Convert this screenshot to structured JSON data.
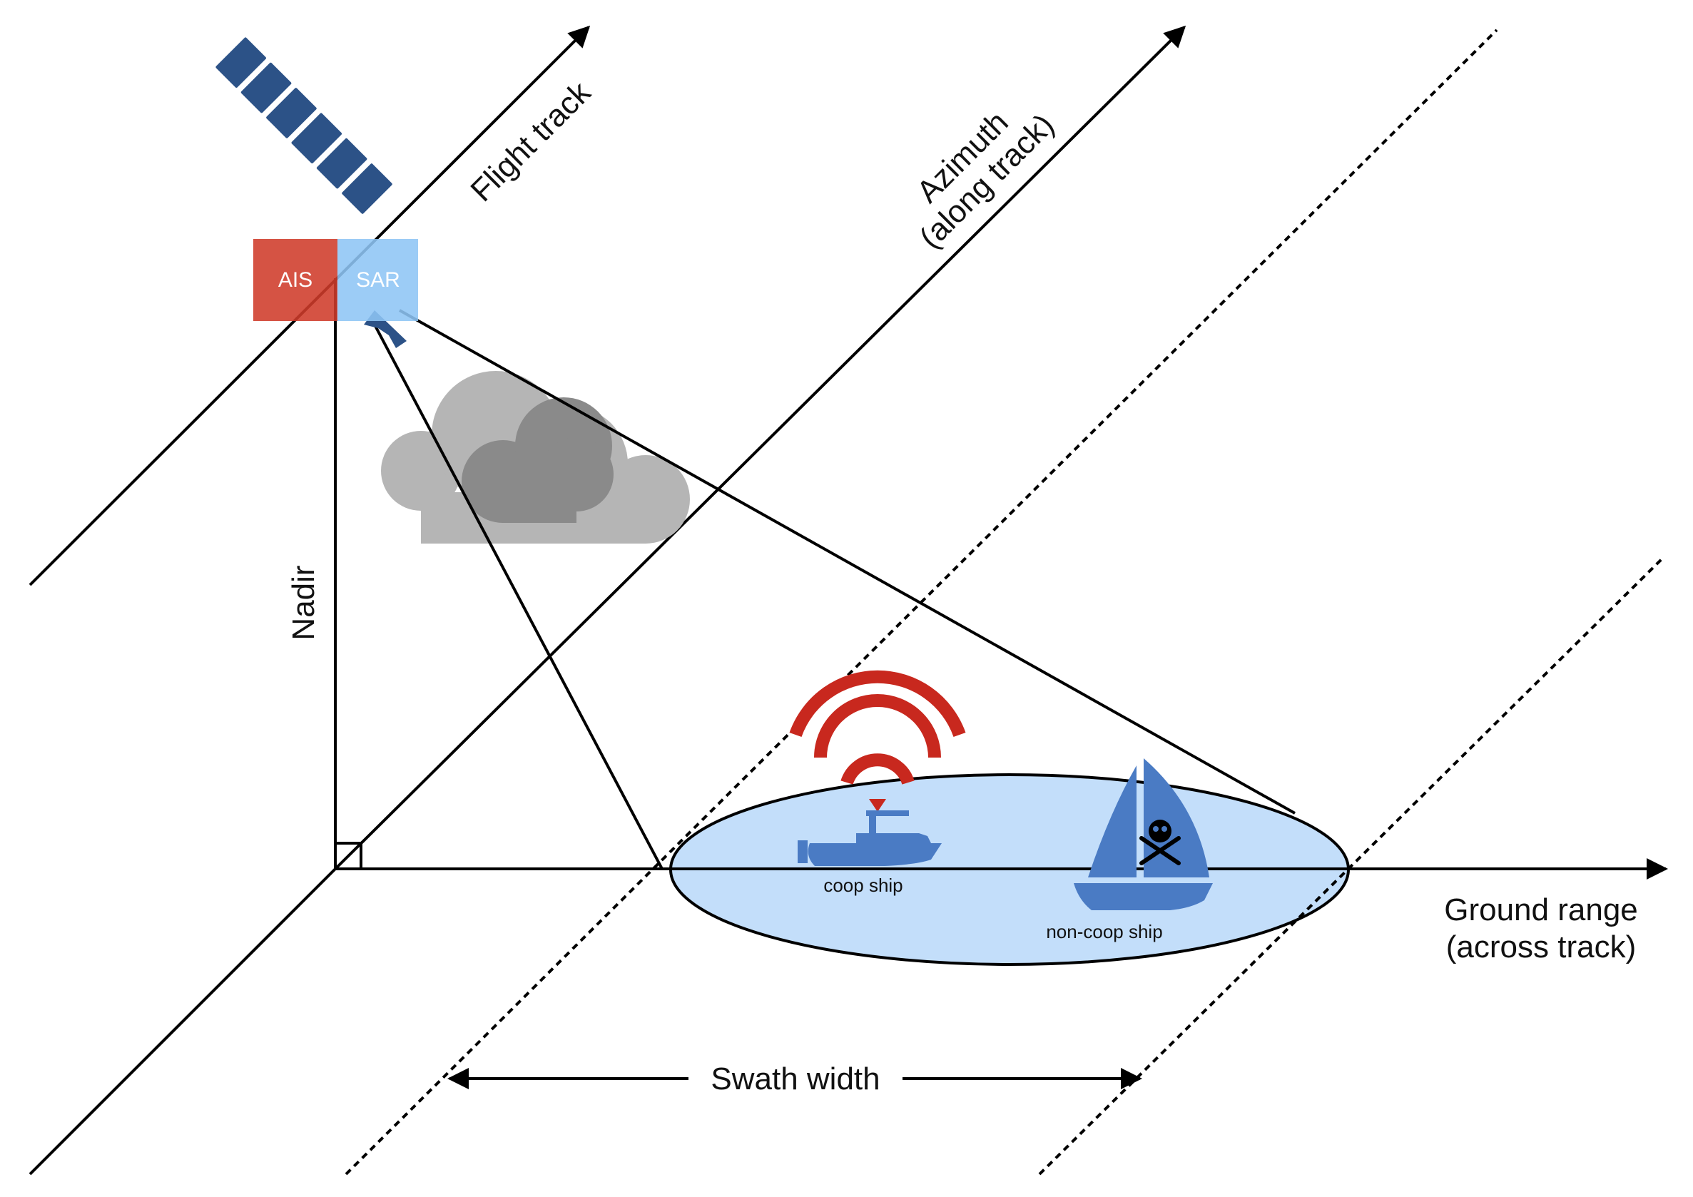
{
  "labels": {
    "flight_track": "Flight track",
    "azimuth_line1": "Azimuth",
    "azimuth_line2": "(along track)",
    "nadir": "Nadir",
    "ground_range_line1": "Ground range",
    "ground_range_line2": "(across track)",
    "swath_width": "Swath width",
    "coop_ship": "coop ship",
    "non_coop_ship": "non-coop ship",
    "ais": "AIS",
    "sar": "SAR"
  },
  "colors": {
    "ais_box": "#cf3b2a",
    "sar_box": "#8ec5f5",
    "satellite": "#2c5287",
    "ship": "#4a7bc4",
    "signal": "#c8281e",
    "swath_fill": "#c3defa",
    "cloud_light": "#b5b5b5",
    "cloud_dark": "#8a8a8a"
  },
  "icons": {
    "satellite": "satellite-icon",
    "cloud": "cloud-icon",
    "signal": "wifi-signal-icon",
    "coop_ship": "motorboat-icon",
    "non_coop_ship": "sailboat-icon",
    "pirate": "skull-crossbones-icon"
  }
}
